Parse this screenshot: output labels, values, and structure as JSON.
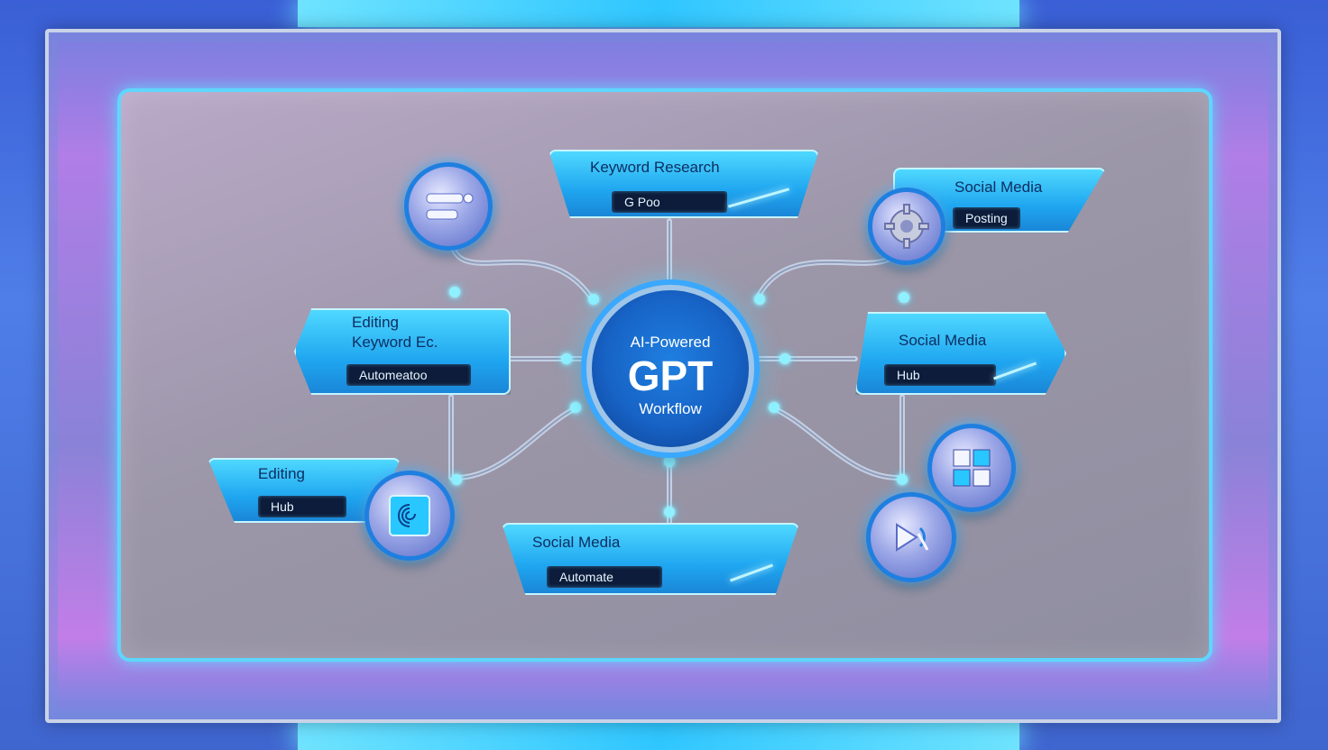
{
  "hub": {
    "line1": "AI-Powered",
    "line2": "GPT",
    "line3": "Workflow"
  },
  "nodes": {
    "keyword_research": {
      "title": "Keyword Research",
      "sub": "G  Poo"
    },
    "social_media_posting": {
      "title": "Social Media",
      "sub": "Posting"
    },
    "editing_keyword": {
      "title": "Editing",
      "title2": "Keyword Ec.",
      "sub": "Automeatoo"
    },
    "social_media_hub": {
      "title": "Social Media",
      "sub": "Hub"
    },
    "editing_hub": {
      "title": "Editing",
      "sub": "Hub"
    },
    "social_media_automate": {
      "title": "Social Media",
      "sub": "Automate"
    }
  },
  "icons": [
    "settings-form-icon",
    "gear-icon",
    "fingerprint-icon",
    "media-grid-icon",
    "play-audio-icon"
  ],
  "colors": {
    "accent": "#1fa6f0",
    "glow": "#5fd6ff",
    "hub": "#1763c6",
    "panel": "#9b96a8"
  }
}
